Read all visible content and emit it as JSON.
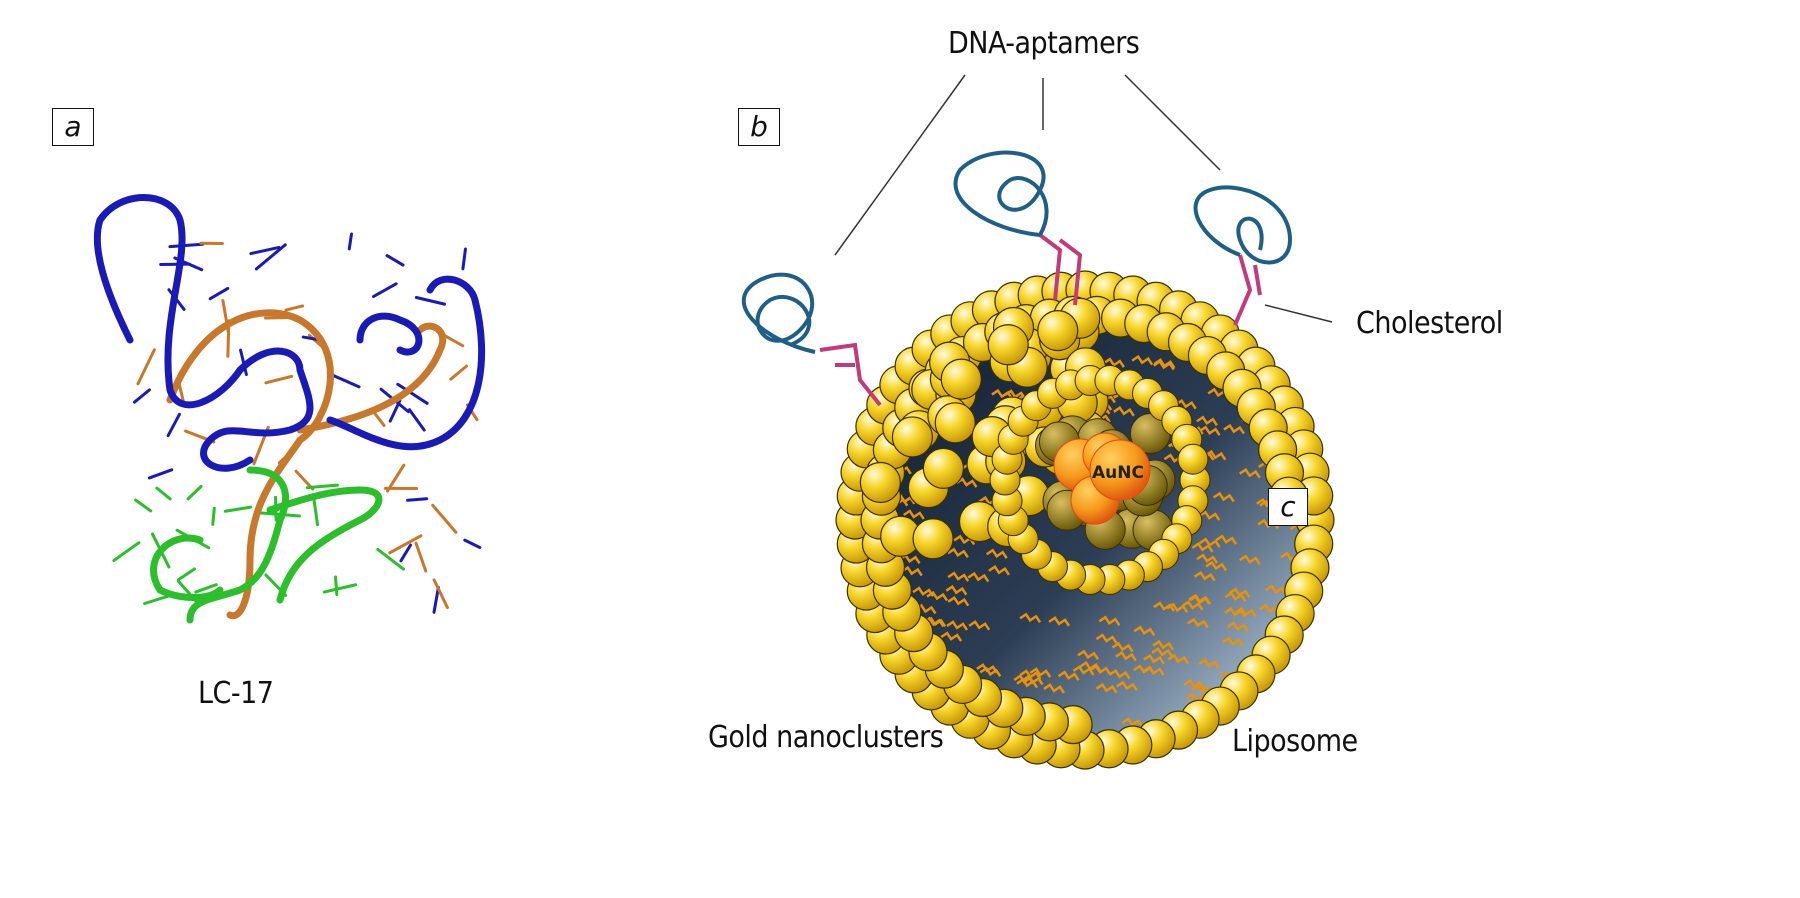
{
  "panels": {
    "a": {
      "letter": "a",
      "caption": "LC-17"
    },
    "b": {
      "letter": "b"
    },
    "c": {
      "letter": "c"
    }
  },
  "labels": {
    "aptamers": "DNA-aptamers",
    "cholesterol": "Cholesterol",
    "gold": "Gold nanoclusters",
    "liposome": "Liposome",
    "aunc": "AuNC"
  },
  "colors": {
    "rna_blue": "#1a1ab8",
    "rna_orange": "#c8782a",
    "rna_green": "#2bbf2b",
    "aptamer": "#1f5f86",
    "cholesterol": "#c23a7a",
    "lipid": "#f5d020",
    "gold": "#f59a1a"
  }
}
